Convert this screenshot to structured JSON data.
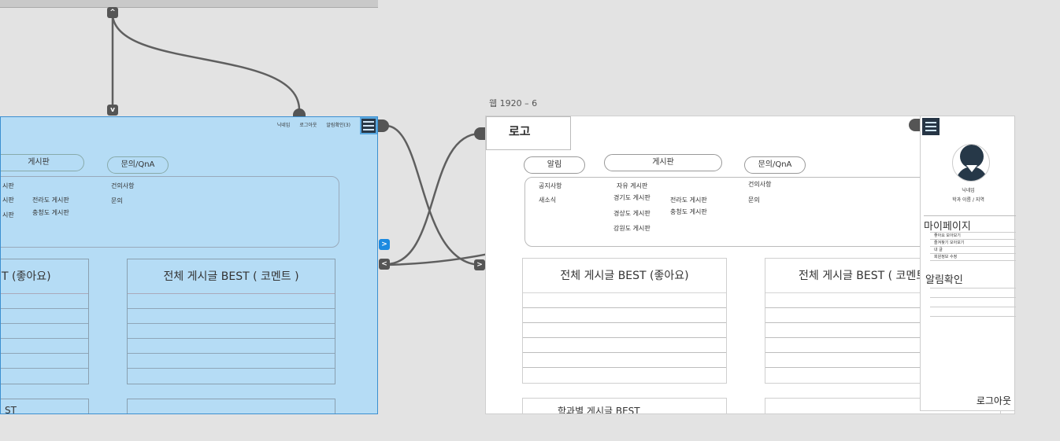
{
  "left_board": {
    "topnav": [
      "닉네임",
      "로그아웃",
      "알림확인(3)"
    ],
    "tabs": [
      "게시판",
      "문의/QnA"
    ],
    "board_links_col1": [
      "시판",
      "시판",
      "시판"
    ],
    "board_links_col2": [
      "전라도 게시판",
      "충청도 게시판"
    ],
    "qna_links": [
      "건의사항",
      "문의"
    ],
    "best_like": "T (좋아요)",
    "best_comment": "전체 게시글 BEST ( 코멘트 )",
    "bottom_card": "ST"
  },
  "right_board": {
    "artboard_name": "웹 1920 – 6",
    "logo": "로고",
    "tabs": [
      "알림",
      "게시판",
      "문의/QnA"
    ],
    "notice_links": [
      "공지사항",
      "새소식"
    ],
    "board_links": [
      "자유 게시판",
      "경기도 게시판",
      "경상도 게시판",
      "강원도 게시판"
    ],
    "board_links_col2": [
      "전라도 게시판",
      "충청도 게시판"
    ],
    "qna_links": [
      "건의사항",
      "문의"
    ],
    "best_like": "전체 게시글 BEST (좋아요)",
    "best_comment": "전체 게시글 BEST ( 코멘트",
    "dept_best": "학과별 게시글 BEST"
  },
  "side_panel": {
    "nickname": "닉네임",
    "dept_region": "학과 이름 / 지역",
    "mypage": "마이페이지",
    "mypage_items": [
      "좋아요 모아보기",
      "즐겨찾기 모아보기",
      "내 글",
      "회원정보 수정"
    ],
    "notifications": "알림확인",
    "logout": "로그아웃"
  },
  "colors": {
    "canvas": "#e3e3e3",
    "selected_board": "#b5dcf5",
    "selection_border": "#3b8fd0",
    "menu_button": "#263545",
    "connector": "#5f5f5f"
  }
}
